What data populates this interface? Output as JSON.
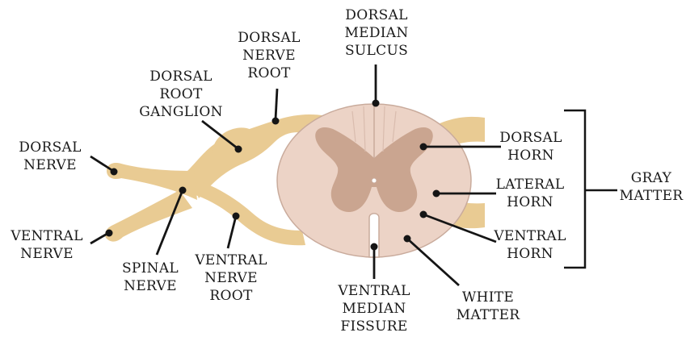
{
  "labels": {
    "dorsal_median_sulcus": "DORSAL\nMEDIAN\nSULCUS",
    "dorsal_nerve_root": "DORSAL\nNERVE\nROOT",
    "dorsal_root_ganglion": "DORSAL\nROOT\nGANGLION",
    "dorsal_nerve": "DORSAL\nNERVE",
    "ventral_nerve": "VENTRAL\nNERVE",
    "spinal_nerve": "SPINAL\nNERVE",
    "ventral_nerve_root": "VENTRAL\nNERVE\nROOT",
    "ventral_median_fissure": "VENTRAL\nMEDIAN\nFISSURE",
    "white_matter": "WHITE\nMATTER",
    "dorsal_horn": "DORSAL\nHORN",
    "lateral_horn": "LATERAL\nHORN",
    "ventral_horn": "VENTRAL\nHORN",
    "gray_matter": "GRAY\nMATTER"
  },
  "colors": {
    "nerve": "#e9cb93",
    "white_matter": "#ecd3c6",
    "gray_matter": "#caa590",
    "outline": "#c9ab9c",
    "leader": "#151515"
  }
}
